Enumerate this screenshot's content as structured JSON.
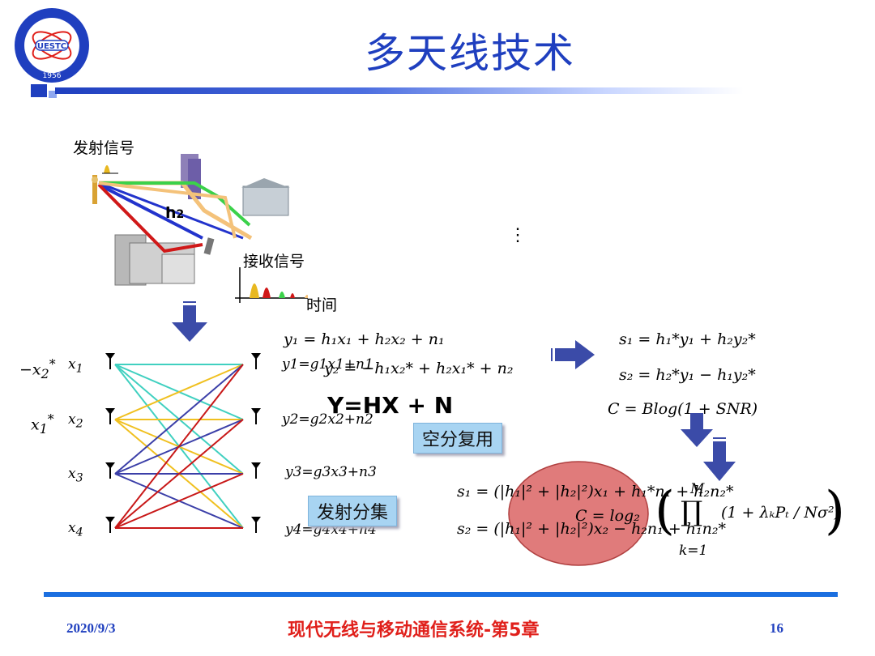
{
  "slide": {
    "title": "多天线技术",
    "footer": {
      "date": "2020/9/3",
      "course": "现代无线与移动通信系统-第5章",
      "page": "16"
    }
  },
  "channel_figure": {
    "tx_label": "发射信号",
    "rx_label": "接收信号",
    "time_label": "时间",
    "path_label_1": "h",
    "path_label_2": "2",
    "dots": "⋮"
  },
  "mimo": {
    "tx_symbols": [
      "x",
      "x",
      "x",
      "x"
    ],
    "tx_subscripts": [
      "1",
      "2",
      "3",
      "4"
    ],
    "alamouti_left": [
      "−x",
      "x"
    ],
    "alamouti_left_sub": [
      "2",
      "1"
    ],
    "rx_outputs": [
      "y1=g1x1+n1",
      "y2=g2x2+n2",
      "y3=g3x3+n3",
      "y4=g4x4+n4"
    ]
  },
  "equations": {
    "y1": "y₁ = h₁x₁ + h₂x₂ + n₁",
    "y2": "y₂ = −h₁x₂* + h₂x₁* + n₂",
    "s1": "s₁ = h₁*y₁ + h₂y₂*",
    "s2": "s₂ = h₂*y₁ − h₁y₂*",
    "capacity_siso": "C = Blog(1 + SNR)",
    "ymodel": "Y=HX + N",
    "s1_div": "s₁ = (|h₁|² + |h₂|²)x₁ + h₁*n₁ + h₂n₂*",
    "s2_div": "s₂ = (|h₁|² + |h₂|²)x₂ − h₂n₁ + h₁n₂*",
    "capacity_mimo": "C = log₂",
    "capacity_prod": "∏",
    "capacity_index": "k=1",
    "capacity_upper": "M",
    "capacity_term": "(1 + λₖPₜ / Nσ²)"
  },
  "labels": {
    "spatial_multiplexing": "空分复用",
    "transmit_diversity": "发射分集"
  },
  "colors": {
    "title": "#1f3fbf",
    "arrow": "#3b4ba8",
    "footer_line": "#1b6fe0",
    "footer_title": "#e0201b",
    "ellipse": "#e07b7b"
  }
}
